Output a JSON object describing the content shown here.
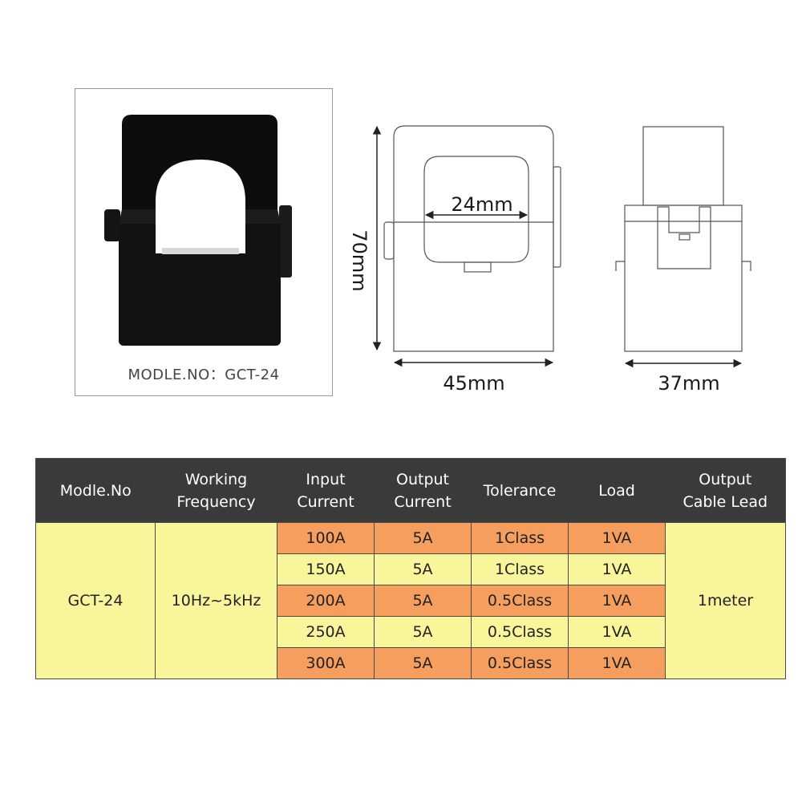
{
  "product": {
    "model_caption": "MODLE.NO：GCT-24"
  },
  "dimensions": {
    "inner_diameter": "24mm",
    "height": "70mm",
    "width": "45mm",
    "depth": "37mm"
  },
  "table": {
    "headers": {
      "model": [
        "Modle.No"
      ],
      "frequency": [
        "Working",
        "Frequency"
      ],
      "input": [
        "Input",
        "Current"
      ],
      "output": [
        "Output",
        "Current"
      ],
      "tolerance": [
        "Tolerance"
      ],
      "load": [
        "Load"
      ],
      "cable": [
        "Output",
        "Cable Lead"
      ]
    },
    "model": "GCT-24",
    "frequency": "10Hz~5kHz",
    "cable": "1meter",
    "rows": [
      {
        "input": "100A",
        "output": "5A",
        "tolerance": "1Class",
        "load": "1VA"
      },
      {
        "input": "150A",
        "output": "5A",
        "tolerance": "1Class",
        "load": "1VA"
      },
      {
        "input": "200A",
        "output": "5A",
        "tolerance": "0.5Class",
        "load": "1VA"
      },
      {
        "input": "250A",
        "output": "5A",
        "tolerance": "0.5Class",
        "load": "1VA"
      },
      {
        "input": "300A",
        "output": "5A",
        "tolerance": "0.5Class",
        "load": "1VA"
      }
    ]
  },
  "colors": {
    "header_bg": "#3a3a3a",
    "row_yellow": "#f8f59a",
    "row_orange": "#f59e5e"
  }
}
